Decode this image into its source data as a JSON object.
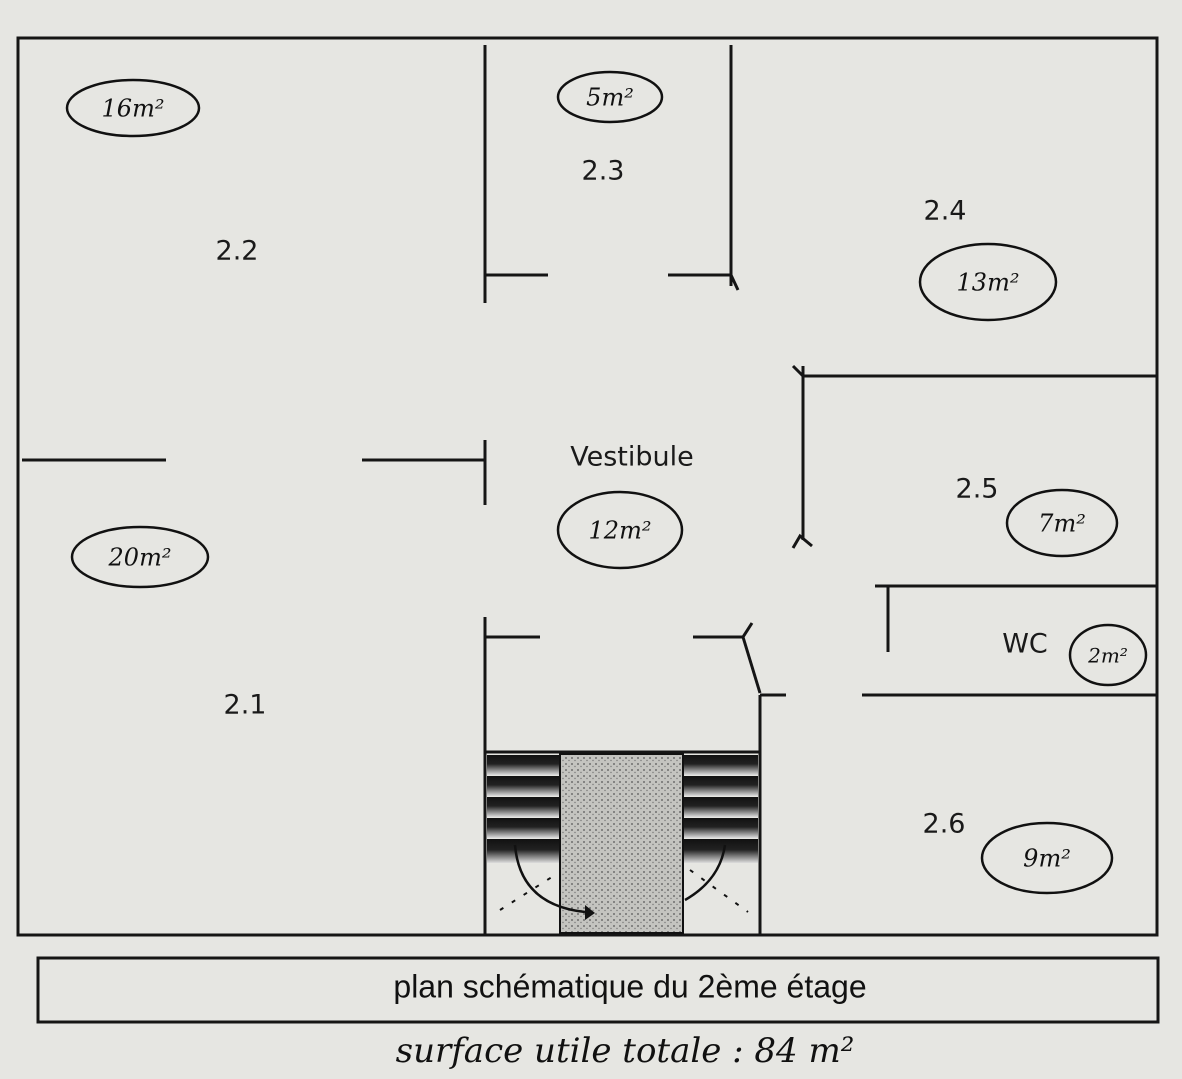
{
  "plan": {
    "rooms": [
      {
        "id": "2.2",
        "area": "16m²"
      },
      {
        "id": "2.3",
        "area": "5m²"
      },
      {
        "id": "2.4",
        "area": "13m²"
      },
      {
        "id": "Vestibule",
        "area": "12m²"
      },
      {
        "id": "2.1",
        "area": "20m²"
      },
      {
        "id": "2.5",
        "area": "7m²"
      },
      {
        "id": "WC",
        "area": "2m²"
      },
      {
        "id": "2.6",
        "area": "9m²"
      }
    ],
    "caption": "plan schématique du 2ème étage",
    "total": "surface utile totale : 84 m²"
  },
  "colors": {
    "paper": "#e6e6e2",
    "ink": "#151515",
    "stair_fill": "#b8b8b4"
  }
}
